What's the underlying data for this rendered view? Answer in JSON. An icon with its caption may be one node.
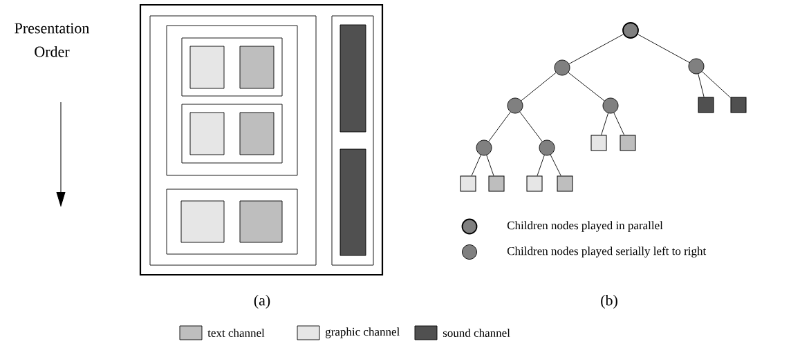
{
  "diagram": {
    "nodes": [
      {
        "text": [],
        "shape": "box"
      },
      {
        "text": [],
        "shape": "box",
        "in": 0
      },
      {
        "text": [],
        "shape": "box",
        "in": 1
      },
      {
        "text": [],
        "shape": "box",
        "in": 2
      },
      {
        "text": [],
        "shape": "box",
        "in": 3
      },
      {
        "text": [],
        "shape": "box",
        "in": 3
      },
      {
        "text": [],
        "shape": "box",
        "in": 2
      },
      {
        "text": [],
        "shape": "box",
        "in": 6
      },
      {
        "text": [],
        "shape": "box",
        "in": 6
      },
      {
        "text": [],
        "shape": "box",
        "in": 1
      },
      {
        "text": [],
        "shape": "box",
        "in": 9
      },
      {
        "text": [],
        "shape": "box",
        "in": 9
      },
      {
        "text": [],
        "shape": "box",
        "in": 0
      },
      {
        "text": [],
        "shape": "box",
        "in": 12
      },
      {
        "text": [],
        "shape": "box",
        "in": 12
      },
      {
        "text": [],
        "shape": "circle"
      },
      {
        "text": [],
        "shape": "circle"
      },
      {
        "text": [],
        "shape": "circle"
      },
      {
        "text": [],
        "shape": "circle"
      },
      {
        "text": [],
        "shape": "circle"
      },
      {
        "text": [],
        "shape": "box"
      },
      {
        "text": [],
        "shape": "box"
      },
      {
        "text": [],
        "shape": "circle"
      },
      {
        "text": [],
        "shape": "circle"
      },
      {
        "text": [],
        "shape": "box"
      },
      {
        "text": [],
        "shape": "box"
      },
      {
        "text": [],
        "shape": "box"
      },
      {
        "text": [],
        "shape": "box"
      },
      {
        "text": [],
        "shape": "box"
      },
      {
        "text": [],
        "shape": "box"
      }
    ],
    "edges": [
      {
        "from": 15,
        "to": 16,
        "arrow": "none"
      },
      {
        "from": 15,
        "to": 17,
        "arrow": "none"
      },
      {
        "from": 16,
        "to": 18,
        "arrow": "none"
      },
      {
        "from": 16,
        "to": 19,
        "arrow": "none"
      },
      {
        "from": 17,
        "to": 20,
        "arrow": "none"
      },
      {
        "from": 17,
        "to": 21,
        "arrow": "none"
      },
      {
        "from": 18,
        "to": 22,
        "arrow": "none"
      },
      {
        "from": 18,
        "to": 23,
        "arrow": "none"
      },
      {
        "from": 19,
        "to": 24,
        "arrow": "none"
      },
      {
        "from": 19,
        "to": 25,
        "arrow": "none"
      },
      {
        "from": 22,
        "to": 26,
        "arrow": "none"
      },
      {
        "from": 22,
        "to": 27,
        "arrow": "none"
      },
      {
        "from": 23,
        "to": 28,
        "arrow": "none"
      },
      {
        "from": 23,
        "to": 29,
        "arrow": "none"
      }
    ],
    "labels": [
      "Presentation Order",
      "(a)",
      "(b)"
    ],
    "legend": [
      {
        "text": "Children nodes played in parallel"
      },
      {
        "text": "Children nodes played serially left to right"
      },
      {
        "text": "text channel",
        "color": "#bebebe"
      },
      {
        "text": "graphic channel",
        "color": "#e6e6e6"
      },
      {
        "text": "sound channel",
        "color": "#505050"
      }
    ]
  }
}
